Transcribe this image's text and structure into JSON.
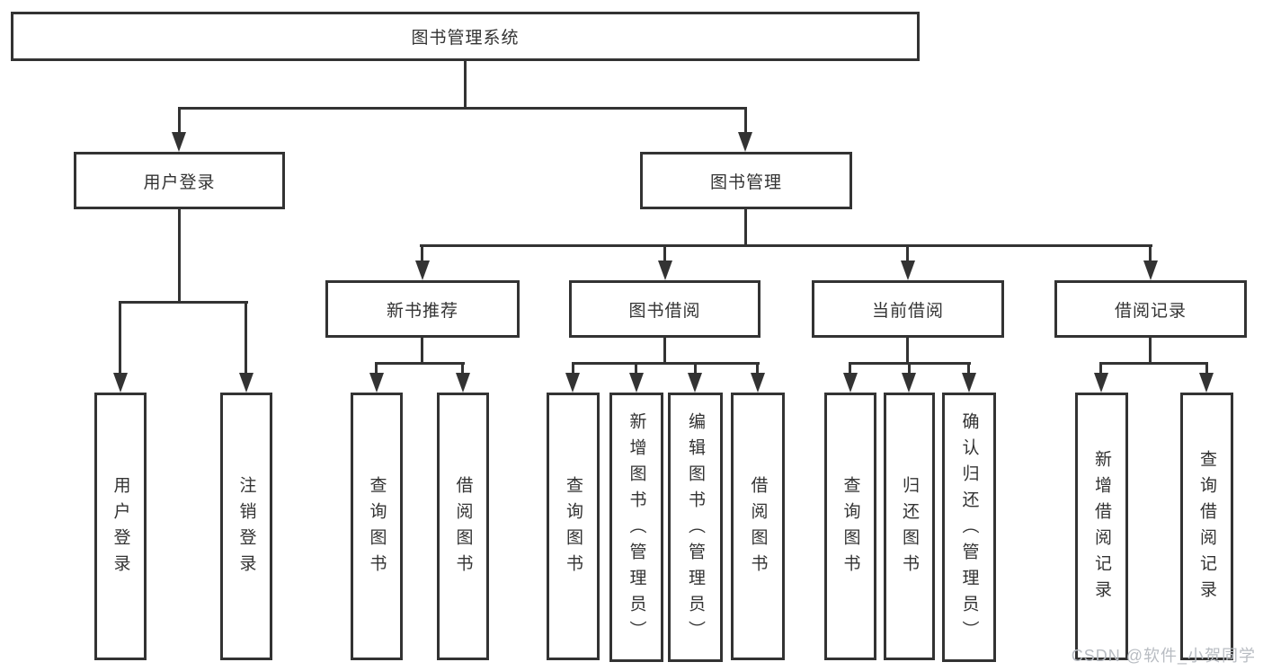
{
  "tree": {
    "label": "图书管理系统",
    "children": [
      {
        "label": "用户登录",
        "children": [
          {
            "label": "用户登录"
          },
          {
            "label": "注销登录"
          }
        ]
      },
      {
        "label": "图书管理",
        "children": [
          {
            "label": "新书推荐",
            "children": [
              {
                "label": "查询图书"
              },
              {
                "label": "借阅图书"
              }
            ]
          },
          {
            "label": "图书借阅",
            "children": [
              {
                "label": "查询图书"
              },
              {
                "label": "新增图书（管理员）"
              },
              {
                "label": "编辑图书（管理员）"
              },
              {
                "label": "借阅图书"
              }
            ]
          },
          {
            "label": "当前借阅",
            "children": [
              {
                "label": "查询图书"
              },
              {
                "label": "归还图书"
              },
              {
                "label": "确认归还（管理员）"
              }
            ]
          },
          {
            "label": "借阅记录",
            "children": [
              {
                "label": "新增借阅记录"
              },
              {
                "label": "查询借阅记录"
              }
            ]
          }
        ]
      }
    ]
  },
  "watermark": "CSDN @软件_小贺同学",
  "colors": {
    "line": "#333333",
    "text": "#333333",
    "box_background": "#ffffff",
    "watermark": "#b8bcc2",
    "page_background": "#ffffff"
  }
}
